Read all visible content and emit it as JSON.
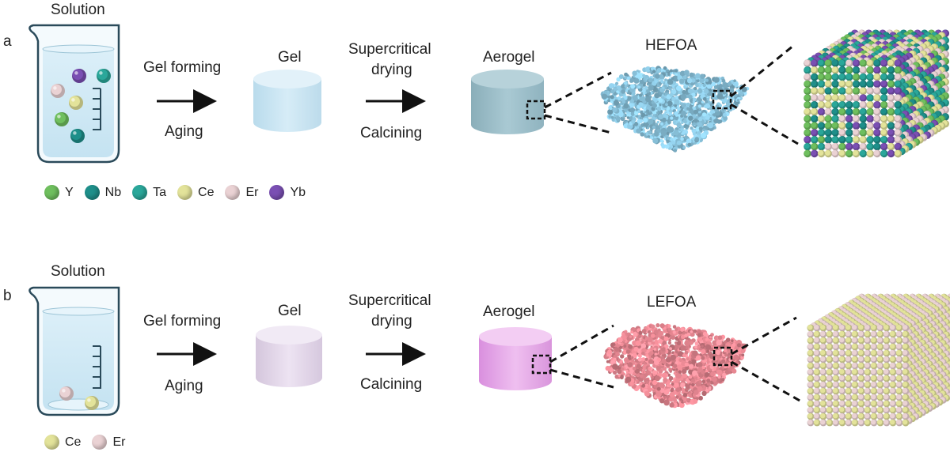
{
  "panel_a": {
    "letter": "a",
    "solution_label": "Solution",
    "step1_top": "Gel forming",
    "step1_bottom": "Aging",
    "gel_label": "Gel",
    "step2_top_line1": "Supercritical",
    "step2_top_line2": "drying",
    "step2_bottom": "Calcining",
    "aerogel_label": "Aerogel",
    "product_label": "HEFOA",
    "legend": [
      {
        "label": "Y",
        "color": "#6fbf5e"
      },
      {
        "label": "Nb",
        "color": "#1e8f8a"
      },
      {
        "label": "Ta",
        "color": "#2aa79a"
      },
      {
        "label": "Ce",
        "color": "#e3e39a"
      },
      {
        "label": "Er",
        "color": "#ead2d4"
      },
      {
        "label": "Yb",
        "color": "#7a4fb3"
      }
    ]
  },
  "panel_b": {
    "letter": "b",
    "solution_label": "Solution",
    "step1_top": "Gel forming",
    "step1_bottom": "Aging",
    "gel_label": "Gel",
    "step2_top_line1": "Supercritical",
    "step2_top_line2": "drying",
    "step2_bottom": "Calcining",
    "aerogel_label": "Aerogel",
    "product_label": "LEFOA",
    "legend": [
      {
        "label": "Ce",
        "color": "#e3e39a"
      },
      {
        "label": "Er",
        "color": "#ead2d4"
      }
    ]
  },
  "colors": {
    "beaker_liquid": "#cfe8f4",
    "gel_a": "#cfe7f3",
    "aerogel_a": "#9fc1cc",
    "hefoa_particles": "#8ec9e3",
    "gel_b": "#e8def0",
    "aerogel_b": "#e7a9e9",
    "lefoa_particles": "#f08d98",
    "cube_a_colors": [
      "#6fbf5e",
      "#1e8f8a",
      "#2aa79a",
      "#e3e39a",
      "#ead2d4",
      "#7a4fb3"
    ],
    "cube_b_colors": [
      "#e3e39a",
      "#ead2d4"
    ]
  }
}
